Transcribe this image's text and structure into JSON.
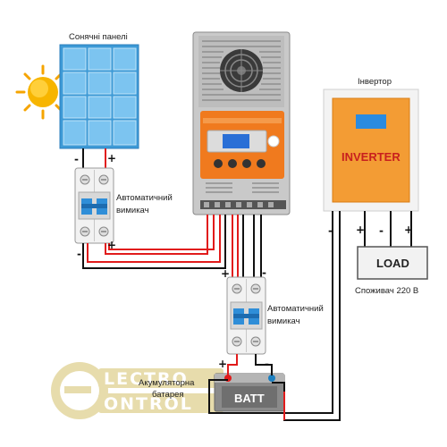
{
  "labels": {
    "solar_panels": "Сонячні панелі",
    "inverter_title": "Інвертор",
    "inverter_text": "INVERTER",
    "breaker_top_line1": "Автоматичний",
    "breaker_top_line2": "вимикач",
    "breaker_bottom_line1": "Автоматичний",
    "breaker_bottom_line2": "вимикач",
    "load_text": "LOAD",
    "consumer": "Споживач 220 В",
    "battery_line1": "Акумуляторна",
    "battery_line2": "батарея",
    "batt_text": "BATT",
    "watermark_top": "LECTRO",
    "watermark_bottom": "ONTROL"
  },
  "signs": {
    "plus": "+",
    "minus": "-"
  },
  "colors": {
    "panel_blue": "#4aaee8",
    "controller_orange": "#f07a1e",
    "inverter_orange": "#f39c34",
    "inverter_text": "#c8201e",
    "wire_red": "#e11b1b",
    "wire_black": "#111111",
    "screen_blue": "#2a6fd6"
  },
  "icons": [
    "sun-icon",
    "screen-icon",
    "fan-grill-icon"
  ]
}
